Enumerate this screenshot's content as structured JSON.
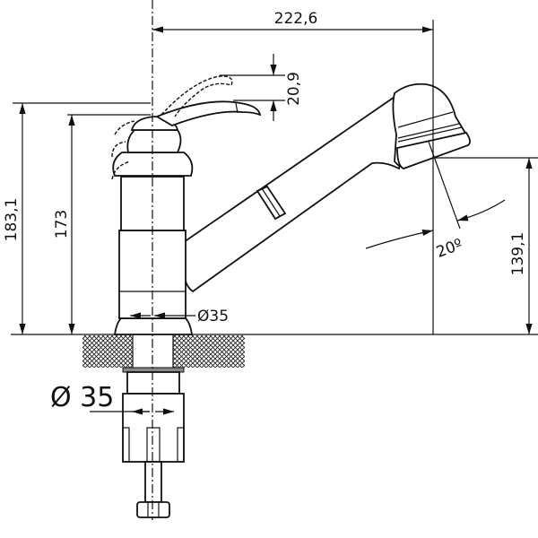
{
  "drawing": {
    "subject": "faucet-side-view",
    "dimensions": {
      "overall_reach": "222,6",
      "handle_lift": "20,9",
      "total_height": "183,1",
      "body_height": "173",
      "body_diameter": "Ø35",
      "spray_angle": "20º",
      "spout_height": "139,1",
      "mount_diameter": "Ø 35"
    },
    "colors": {
      "line": "#111111",
      "background": "#ffffff"
    }
  }
}
